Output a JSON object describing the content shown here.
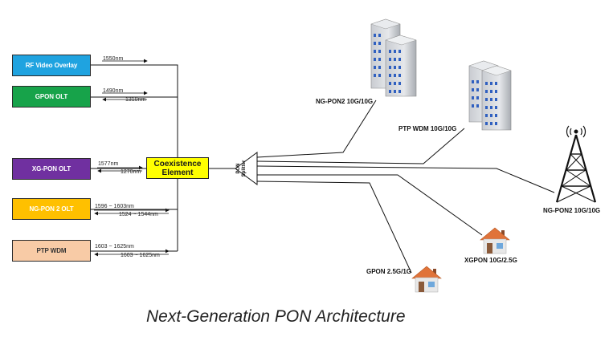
{
  "olts": [
    {
      "label": "RF Video Overlay",
      "fill": "#1fa3e0",
      "text_color": "#ffffff"
    },
    {
      "label": "GPON OLT",
      "fill": "#17a34a",
      "text_color": "#ffffff"
    },
    {
      "label": "XG-PON OLT",
      "fill": "#7030a0",
      "text_color": "#ffffff"
    },
    {
      "label": "NG-PON 2 OLT",
      "fill": "#ffc000",
      "text_color": "#ffffff"
    },
    {
      "label": "PTP WDM",
      "fill": "#f8cba6",
      "text_color": "#333333"
    }
  ],
  "wavelengths": {
    "rf_down": "1550nm",
    "gpon_down": "1490nm",
    "gpon_up": "1310nm",
    "xgpon_down": "1577nm",
    "xgpon_up": "1270nm",
    "ngpon2_down": "1596 ~ 1603nm",
    "ngpon2_up": "1524 ~ 1544nm",
    "ptp_down": "1603 ~ 1625nm",
    "ptp_up": "1603 ~ 1625nm"
  },
  "coexistence": {
    "line1": "Coexistence",
    "line2": "Element",
    "fill": "#ffff00"
  },
  "splitter": {
    "line1": "PON",
    "line2": "Splitter"
  },
  "endpoints": {
    "ngpon2_building": "NG-PON2 10G/10G",
    "ptp_building": "PTP WDM 10G/10G",
    "ngpon2_tower": "NG-PON2 10G/10G",
    "xgpon_house": "XGPON 10G/2.5G",
    "gpon_house": "GPON 2.5G/1G"
  },
  "icons": {
    "building": "office-building-icon",
    "tower": "cell-tower-icon",
    "house": "house-icon"
  },
  "caption": "Next-Generation PON Architecture"
}
